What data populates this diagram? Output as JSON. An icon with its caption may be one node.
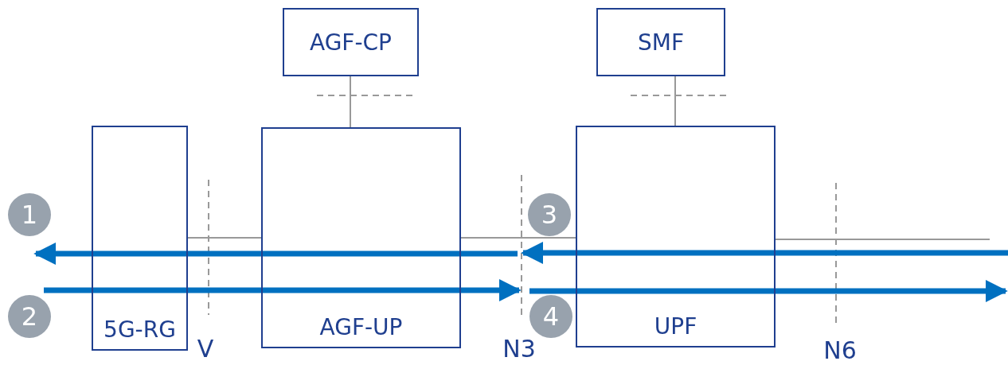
{
  "diagram": {
    "nodes": [
      {
        "text": [
          "AGF-CP"
        ]
      },
      {
        "text": [
          "SMF"
        ]
      },
      {
        "text": [
          "5G-RG"
        ]
      },
      {
        "text": [
          "AGF-UP"
        ]
      },
      {
        "text": [
          "UPF"
        ]
      }
    ],
    "edges": [
      {
        "from": 0,
        "to": 3,
        "arrow": "none"
      },
      {
        "from": 1,
        "to": 4,
        "arrow": "none"
      },
      {
        "from": 2,
        "to": 3,
        "arrow": "none"
      },
      {
        "from": 3,
        "to": 4,
        "arrow": "none"
      },
      {
        "from": 4,
        "to": null,
        "arrow": "none"
      }
    ],
    "labels": [
      "1",
      "3",
      "2",
      "4",
      "V",
      "N3",
      "N6"
    ]
  }
}
